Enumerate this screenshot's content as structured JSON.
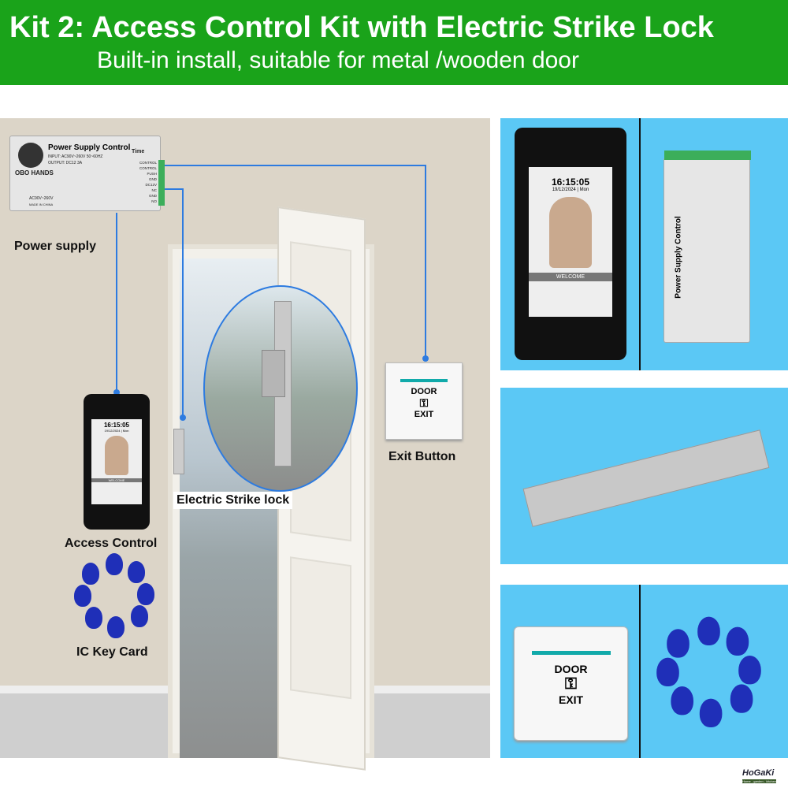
{
  "header": {
    "title": "Kit 2: Access Control Kit with Electric Strike Lock",
    "subtitle": "Built-in install, suitable for metal /wooden door"
  },
  "scene": {
    "power_supply": {
      "title": "Power Supply Control",
      "brand": "OBO HANDS",
      "input": "INPUT: AC90V~260V 50~60HZ",
      "output": "OUTPUT: DC12 3A",
      "time": "Time",
      "voltage": "AC90V~260V",
      "made": "MADE IN CHINA",
      "terminals": [
        "CONTROL",
        "CONTROL",
        "PUSH",
        "GND",
        "DC12V",
        "NC",
        "GND",
        "NO"
      ]
    },
    "labels": {
      "power_supply": "Power supply",
      "access_control": "Access Control",
      "ic_key_card": "IC Key Card",
      "electric_strike": "Electric Strike lock",
      "exit_button": "Exit Button"
    },
    "device": {
      "time": "16:15:05",
      "date": "19/12/2024 | Mon",
      "welcome": "WELCOME"
    },
    "exit": {
      "line1": "DOOR",
      "line2": "EXIT"
    }
  },
  "colors": {
    "header": "#1aa31a",
    "wire": "#2d7be0",
    "panel": "#5bc8f5"
  },
  "logo": {
    "name": "HoGaKi",
    "tagline": "Home - garden - kitchen"
  }
}
